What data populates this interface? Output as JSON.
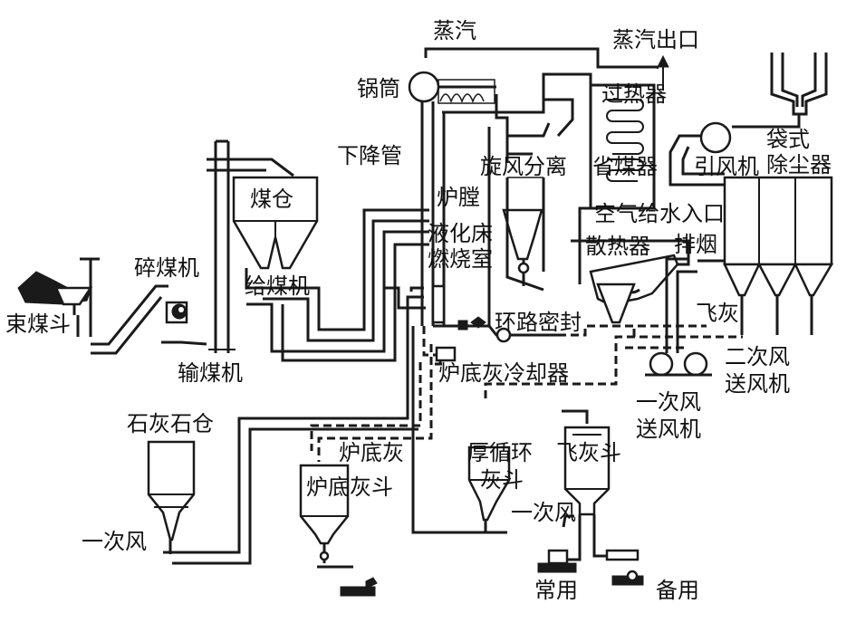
{
  "labels": {
    "steam": "蒸汽",
    "steam_outlet": "蒸汽出口",
    "drum": "锅筒",
    "superheater": "过热器",
    "bag_filter_1": "袋式",
    "bag_filter_2": "除尘器",
    "downcomer": "下降管",
    "cyclone_separator": "旋风分离",
    "economizer": "省煤器",
    "induced_fan": "引风机",
    "coal_bunker": "煤仓",
    "furnace": "炉膛",
    "air_feedwater_inlet": "空气给水入口",
    "fluidized_bed_1": "液化床",
    "fluidized_bed_2": "燃烧室",
    "heat_exchanger": "散热器",
    "exhaust": "排烟",
    "crusher": "碎煤机",
    "coal_feeder": "给煤机",
    "coal_yard": "束煤斗",
    "loop_seal": "环路密封",
    "fly_ash": "飞灰",
    "conveyor": "输煤机",
    "bottom_ash_cooler": "炉底灰冷却器",
    "secondary_air_1": "二次风",
    "secondary_air_2": "送风机",
    "primary_air_1": "一次风",
    "primary_air_2": "送风机",
    "limestone_bin": "石灰石仓",
    "bottom_ash_1": "炉底灰",
    "bottom_ash_hopper": "炉底灰斗",
    "recirc_1": "厚循环",
    "recirc_2": "灰斗",
    "fly_ash_hopper": "飞灰斗",
    "primary_air_bottom": "一次风",
    "primary_air_left": "一次风",
    "normal": "常用",
    "standby": "备用"
  }
}
